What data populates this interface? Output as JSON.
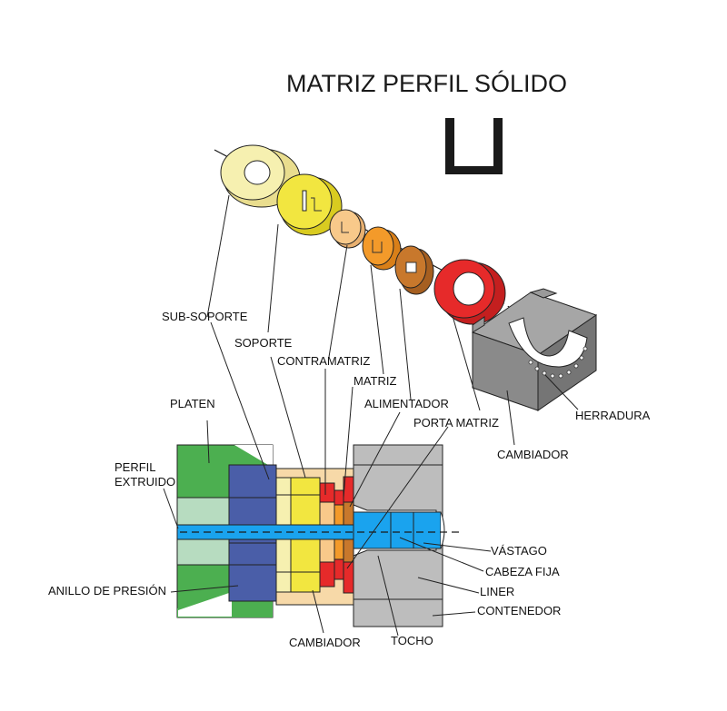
{
  "title": "MATRIZ PERFIL SÓLIDO",
  "labels": {
    "sub_soporte": "SUB-SOPORTE",
    "soporte": "SOPORTE",
    "contramatriz": "CONTRAMATRIZ",
    "matriz": "MATRIZ",
    "alimentador": "ALIMENTADOR",
    "porta_matriz": "PORTA MATRIZ",
    "platen": "PLATEN",
    "perfil_extruido_1": "PERFIL",
    "perfil_extruido_2": "EXTRUIDO",
    "herradura": "HERRADURA",
    "cambiador_top": "CAMBIADOR",
    "vastago": "VÁSTAGO",
    "cabeza_fija": "CABEZA FIJA",
    "liner": "LINER",
    "contenedor": "CONTENEDOR",
    "anillo_presion": "ANILLO DE PRESIÓN",
    "cambiador_bottom": "CAMBIADOR",
    "tocho": "TOCHO"
  },
  "colors": {
    "sub_soporte": "#f6f0b0",
    "soporte": "#f2e640",
    "contramatriz": "#f8c98a",
    "matriz": "#f39a2a",
    "alimentador": "#c8782c",
    "porta_matriz": "#e62a2a",
    "platen": "#4caf50",
    "platen_light": "#b7dcc0",
    "pressure_ring": "#4a5ea8",
    "container": "#bdbdbd",
    "horseshoe": "#8f8f8f",
    "billet": "#1aa3ee",
    "backer_block": "#f7d9a8"
  }
}
